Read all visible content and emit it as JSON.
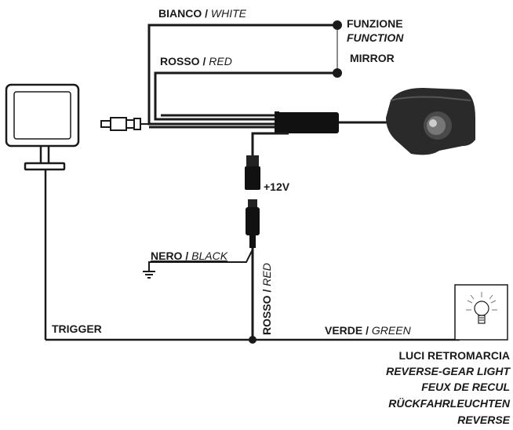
{
  "wires": {
    "white": {
      "name": "BIANCO",
      "sep": " / ",
      "alt": "WHITE"
    },
    "red_top": {
      "name": "ROSSO",
      "sep": " / ",
      "alt": "RED"
    },
    "black": {
      "name": "NERO",
      "sep": " / ",
      "alt": "BLACK"
    },
    "red_vertical": {
      "name": "ROSSO",
      "sep": " / ",
      "alt": "RED"
    },
    "green": {
      "name": "VERDE",
      "sep": " / ",
      "alt": "GREEN"
    },
    "trigger": "TRIGGER"
  },
  "function_label": {
    "line1": "FUNZIONE",
    "line2": "FUNCTION",
    "line3": "MIRROR"
  },
  "power_label": "+12V",
  "lights_label": {
    "it": "LUCI RETROMARCIA",
    "en": "REVERSE-GEAR LIGHT",
    "fr": "FEUX DE RECUL",
    "de": "RÜCKFAHRLEUCHTEN",
    "es": "REVERSE"
  },
  "colors": {
    "line": "#1a1a1a",
    "camera": "#2a2a2a"
  },
  "icons": [
    "monitor-icon",
    "camera-icon",
    "bulb-icon",
    "ground-icon",
    "connector-icon"
  ]
}
